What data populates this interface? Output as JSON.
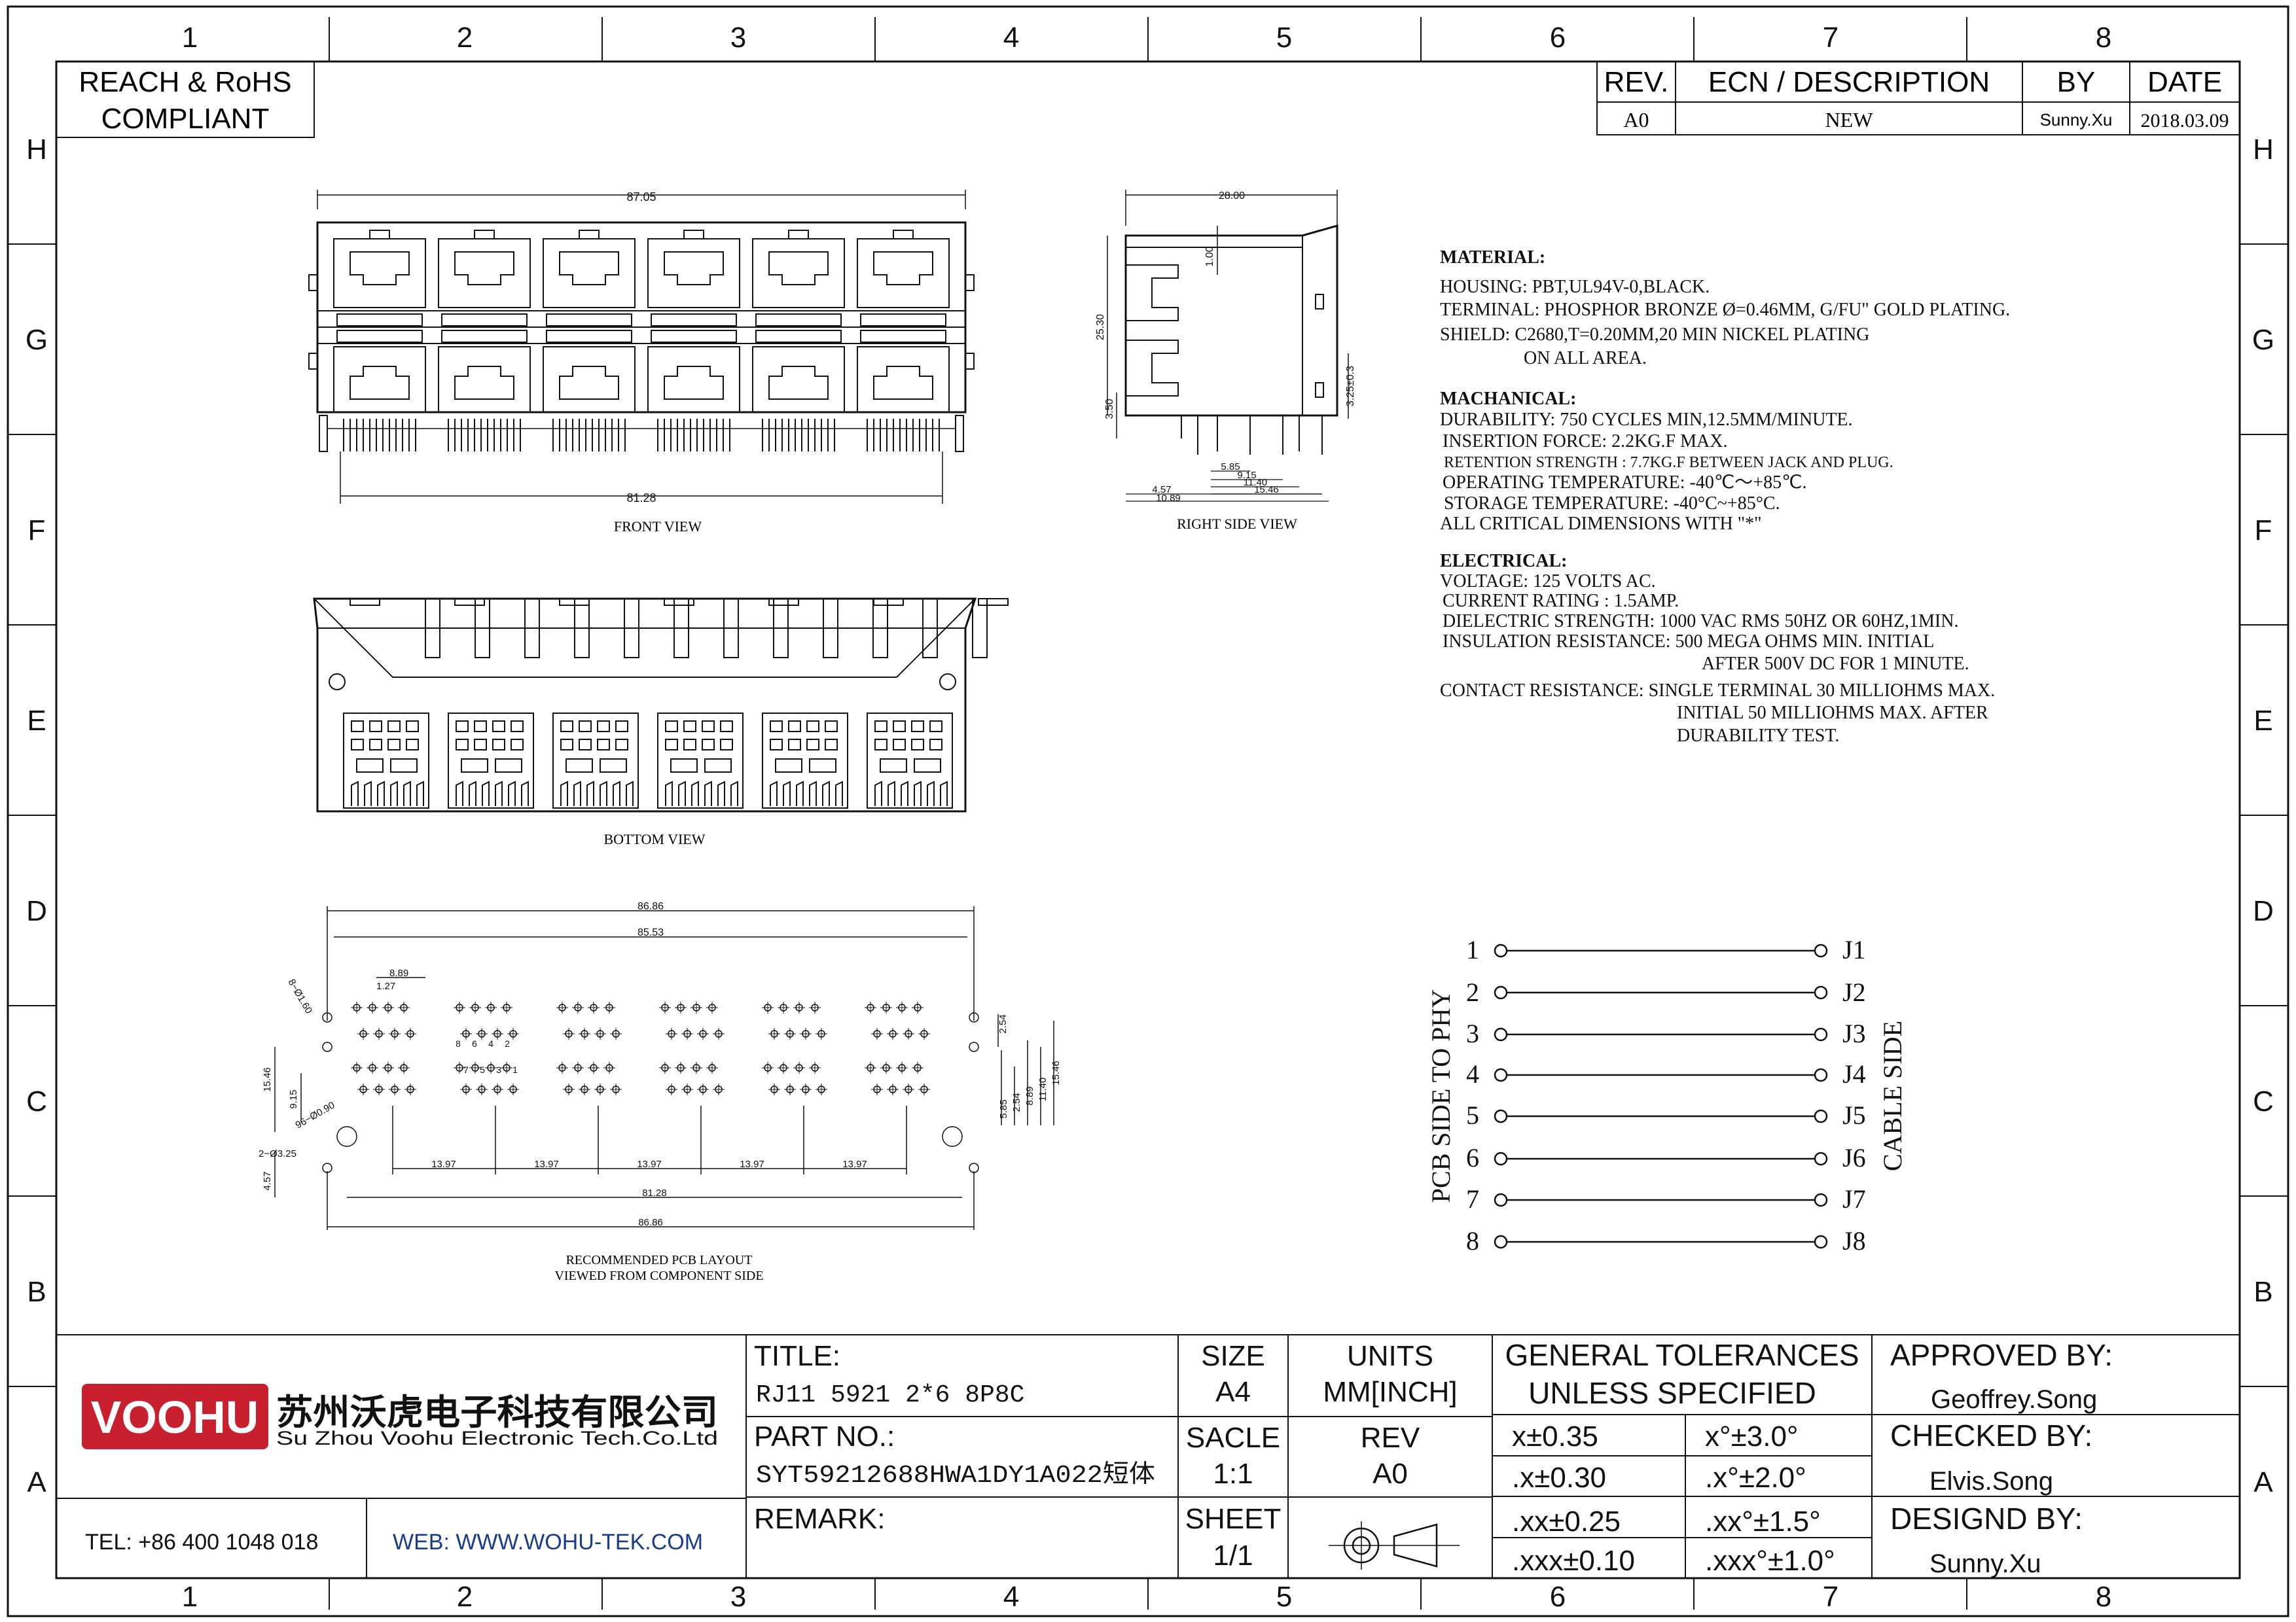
{
  "sheet": {
    "columns": [
      "1",
      "2",
      "3",
      "4",
      "5",
      "6",
      "7",
      "8"
    ],
    "rows": [
      "H",
      "G",
      "F",
      "E",
      "D",
      "C",
      "B",
      "A"
    ]
  },
  "compliance": {
    "line1": "REACH & RoHS",
    "line2": "COMPLIANT"
  },
  "revision": {
    "headers": {
      "rev": "REV.",
      "ecn": "ECN / DESCRIPTION",
      "by": "BY",
      "date": "DATE"
    },
    "row": {
      "rev": "A0",
      "ecn": "NEW",
      "by": "Sunny.Xu",
      "date": "2018.03.09"
    }
  },
  "views": {
    "front": "FRONT VIEW",
    "right": "RIGHT SIDE VIEW",
    "bottom": "BOTTOM VIEW",
    "pcb1": "RECOMMENDED PCB LAYOUT",
    "pcb2": "VIEWED FROM COMPONENT SIDE"
  },
  "dims": {
    "front_top": "87.05",
    "front_bottom": "81.28",
    "side_top": "28.00",
    "side_100": "1.00",
    "side_2530": "25.30",
    "side_350": "3.50",
    "side_325": "3.25±0.3",
    "side_585": "5.85",
    "side_915": "9.15",
    "side_1140": "11.40",
    "side_1546": "15.46",
    "side_457": "4.57",
    "side_1089": "10.89",
    "pcb_8686": "86.86",
    "pcb_8553": "85.53",
    "pcb_889": "8.89",
    "pcb_127": "1.27",
    "pcb_hole1": "8−Ø1.60",
    "pcb_1546": "15.46",
    "pcb_915": "9.15",
    "pcb_hole2": "96−Ø0.90",
    "pcb_hole3": "2−Ø3.25",
    "pcb_457": "4.57",
    "pcb_1397": "13.97",
    "pcb_8128": "81.28",
    "pcb_8686b": "86.86",
    "pcb_254": "2.54",
    "pcb_r585": "5.85",
    "pcb_r254": "2.54",
    "pcb_r889": "8.89",
    "pcb_r1140": "11.40",
    "pcb_r1546": "15.46",
    "pin_labels": [
      "8",
      "6",
      "4",
      "2",
      "7",
      "5",
      "3",
      "1"
    ]
  },
  "specs": {
    "material_title": "MATERIAL:",
    "material": [
      "HOUSING: PBT,UL94V-0,BLACK.",
      "TERMINAL: PHOSPHOR BRONZE Ø=0.46MM, G/FU\" GOLD PLATING.",
      "SHIELD: C2680,T=0.20MM,20 MIN NICKEL PLATING",
      "ON ALL AREA."
    ],
    "mech_title": "MACHANICAL:",
    "mech": [
      "DURABILITY: 750 CYCLES MIN,12.5MM/MINUTE.",
      "INSERTION FORCE: 2.2KG.F MAX.",
      "RETENTION STRENGTH : 7.7KG.F BETWEEN JACK AND PLUG.",
      "OPERATING TEMPERATURE: -40℃～+85℃.",
      "STORAGE TEMPERATURE: -40°C~+85°C.",
      "ALL CRITICAL DIMENSIONS WITH \"*\""
    ],
    "elec_title": "ELECTRICAL:",
    "elec": [
      "VOLTAGE: 125 VOLTS AC.",
      "CURRENT RATING : 1.5AMP.",
      "DIELECTRIC STRENGTH: 1000 VAC RMS 50HZ OR 60HZ,1MIN.",
      "INSULATION RESISTANCE: 500 MEGA OHMS MIN. INITIAL",
      "AFTER 500V DC FOR 1 MINUTE.",
      "CONTACT RESISTANCE: SINGLE TERMINAL 30 MILLIOHMS MAX.",
      "INITIAL 50 MILLIOHMS MAX. AFTER",
      "DURABILITY TEST."
    ]
  },
  "wiring": {
    "left_label": "PCB SIDE TO PHY",
    "right_label": "CABLE SIDE",
    "pins": [
      "1",
      "2",
      "3",
      "4",
      "5",
      "6",
      "7",
      "8"
    ],
    "jacks": [
      "J1",
      "J2",
      "J3",
      "J4",
      "J5",
      "J6",
      "J7",
      "J8"
    ]
  },
  "title_block": {
    "logo": "VOOHU",
    "company_cn": "苏州沃虎电子科技有限公司",
    "company_en": "Su Zhou Voohu Electronic Tech.Co.Ltd",
    "tel": "TEL: +86 400 1048 018",
    "web": "WEB: WWW.WOHU-TEK.COM",
    "title_label": "TITLE:",
    "title_value": "RJ11 5921 2*6 8P8C",
    "part_label": "PART NO.:",
    "part_value": "SYT59212688HWA1DY1A022短体",
    "remark_label": "REMARK:",
    "size_label": "SIZE",
    "size_value": "A4",
    "units_label": "UNITS",
    "units_value": "MM[INCH]",
    "scale_label": "SACLE",
    "scale_value": "1:1",
    "rev_label": "REV",
    "rev_value": "A0",
    "sheet_label": "SHEET",
    "sheet_value": "1/1",
    "tol_title1": "GENERAL TOLERANCES",
    "tol_title2": "UNLESS SPECIFIED",
    "tol": [
      [
        "x±0.35",
        "x°±3.0°"
      ],
      [
        ".x±0.30",
        ".x°±2.0°"
      ],
      [
        ".xx±0.25",
        ".xx°±1.5°"
      ],
      [
        ".xxx±0.10",
        ".xxx°±1.0°"
      ]
    ],
    "approved_label": "APPROVED BY:",
    "approved_value": "Geoffrey.Song",
    "checked_label": "CHECKED BY:",
    "checked_value": "Elvis.Song",
    "designed_label": "DESIGND BY:",
    "designed_value": "Sunny.Xu"
  },
  "colors": {
    "logo_red": "#c8202f",
    "web_blue": "#1a3c8c",
    "line": "#111111"
  }
}
